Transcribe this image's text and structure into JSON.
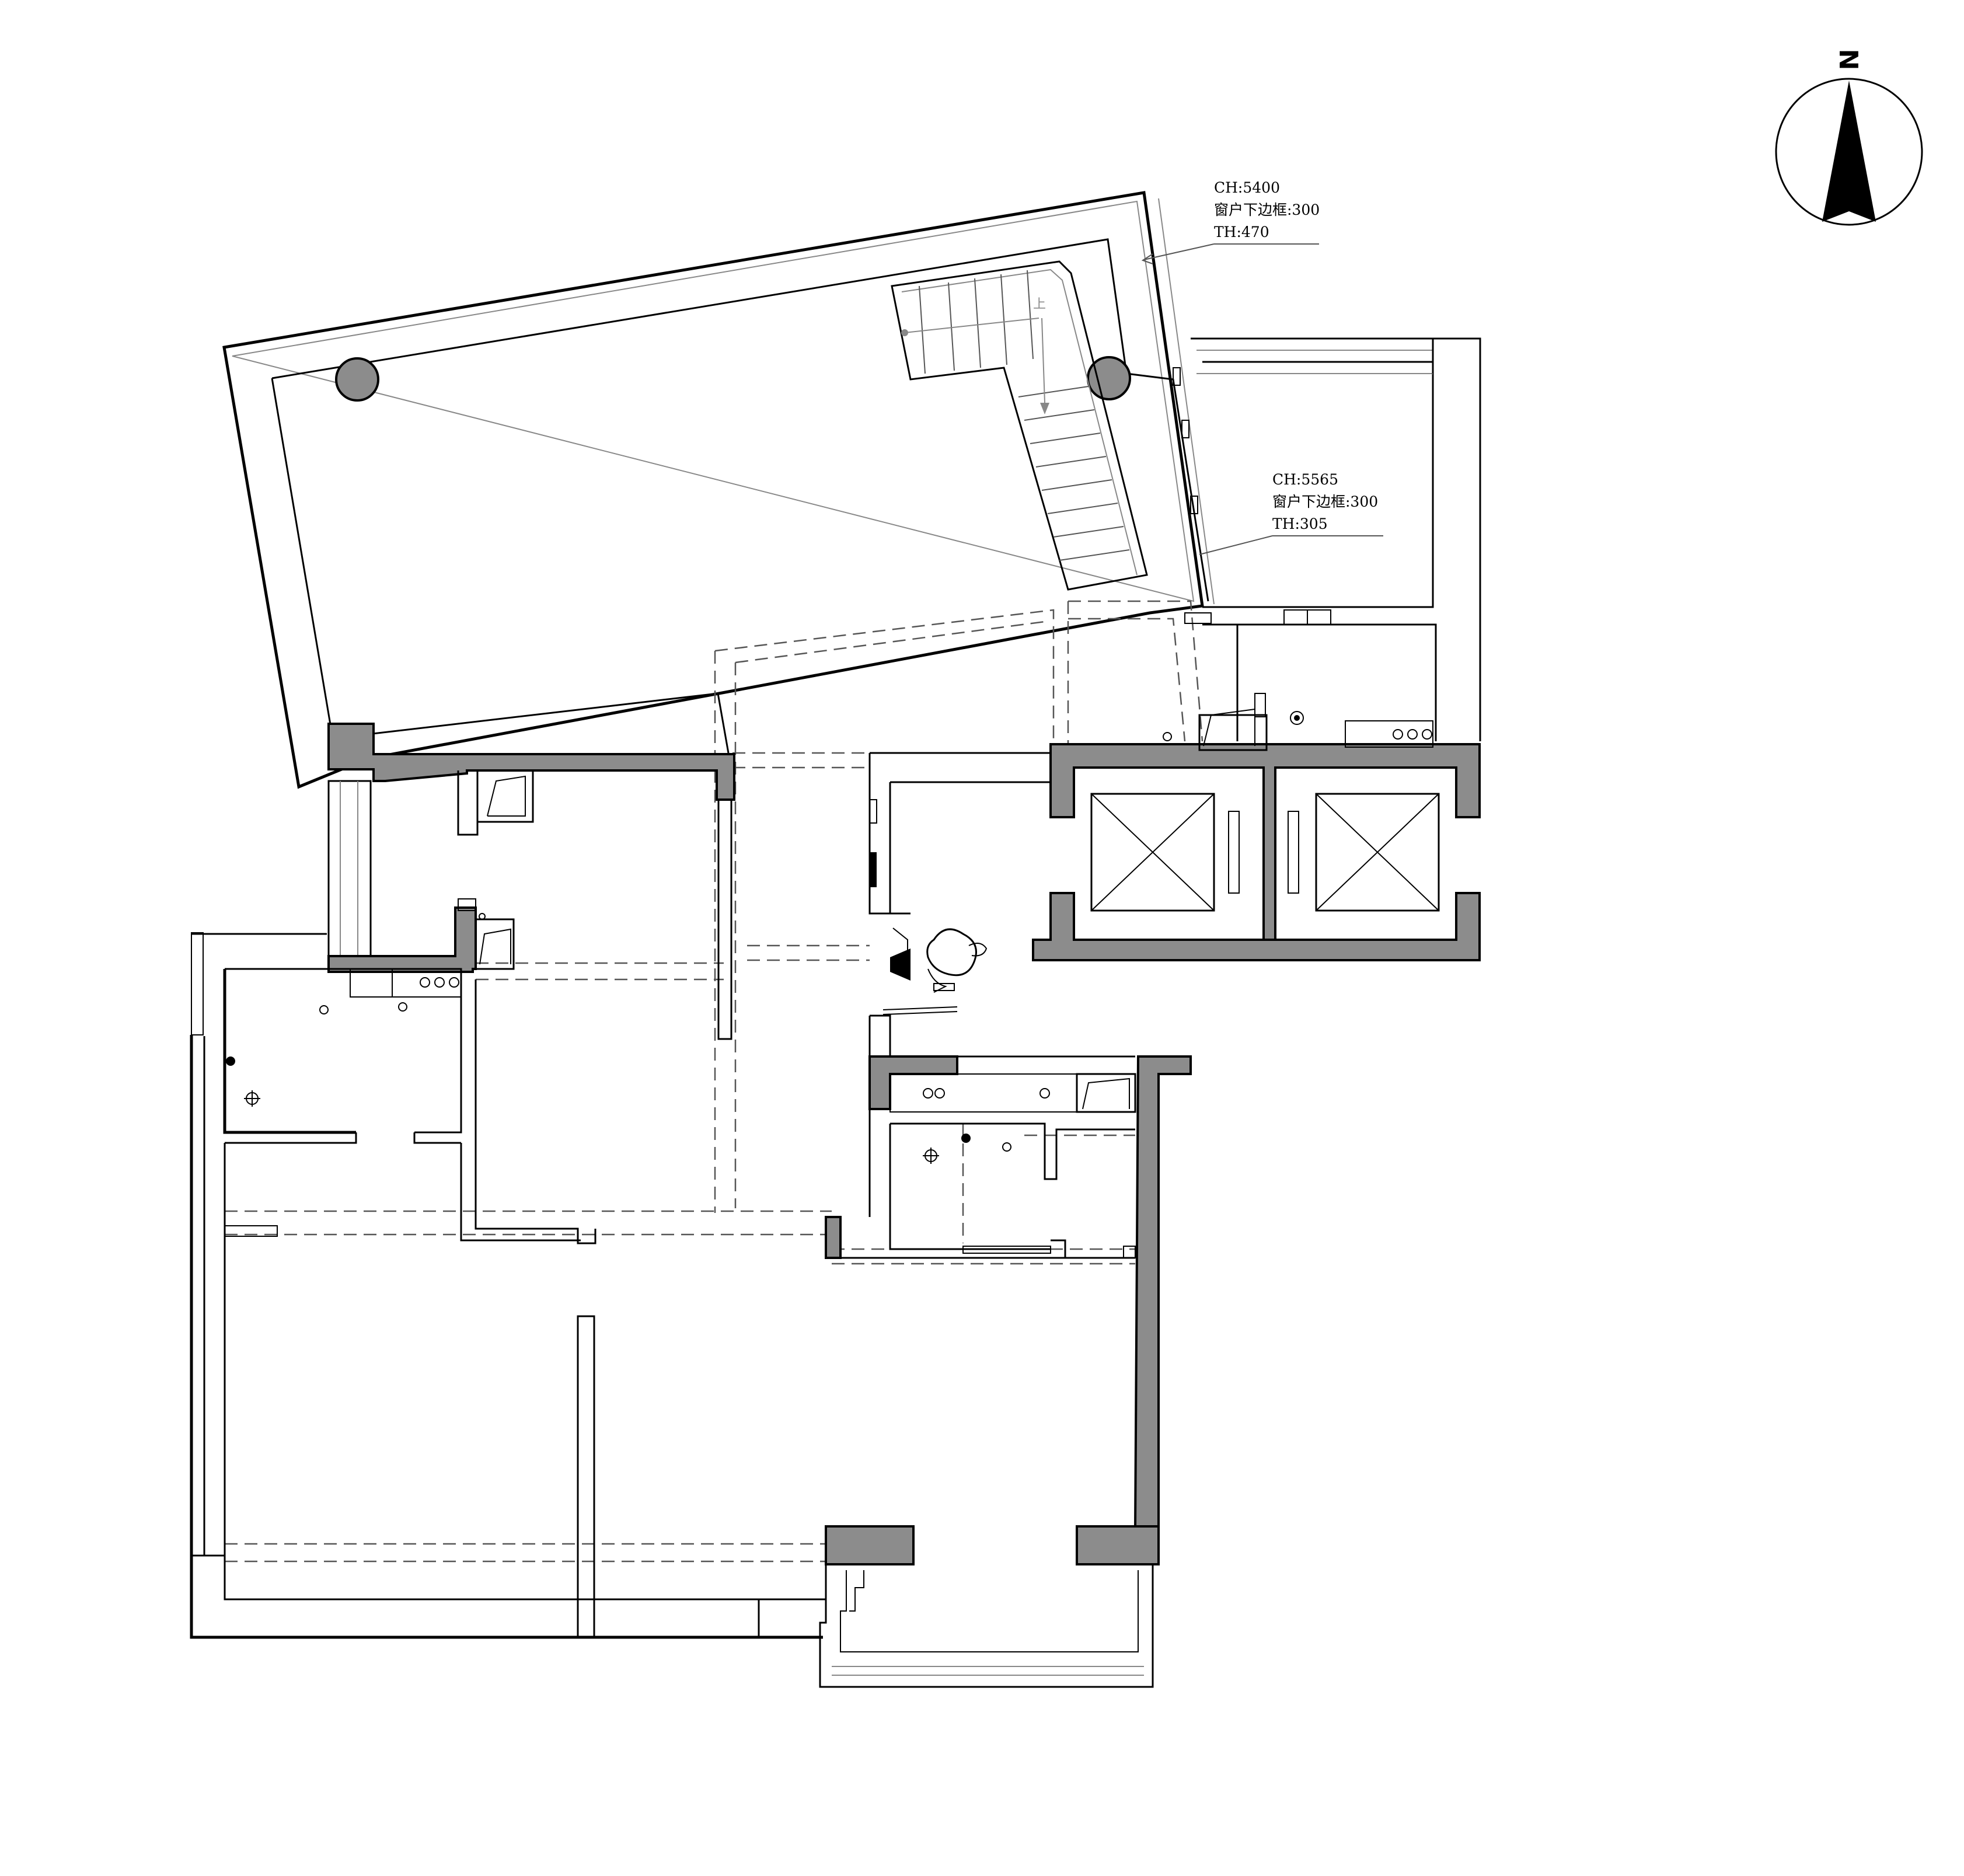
{
  "compass": {
    "label": "N"
  },
  "annotations": [
    {
      "ch": "CH:5400",
      "sill": "窗户下边框:300",
      "th": "TH:470"
    },
    {
      "ch": "CH:5565",
      "sill": "窗户下边框:300",
      "th": "TH:305"
    }
  ],
  "stair": {
    "up_label": "上"
  }
}
